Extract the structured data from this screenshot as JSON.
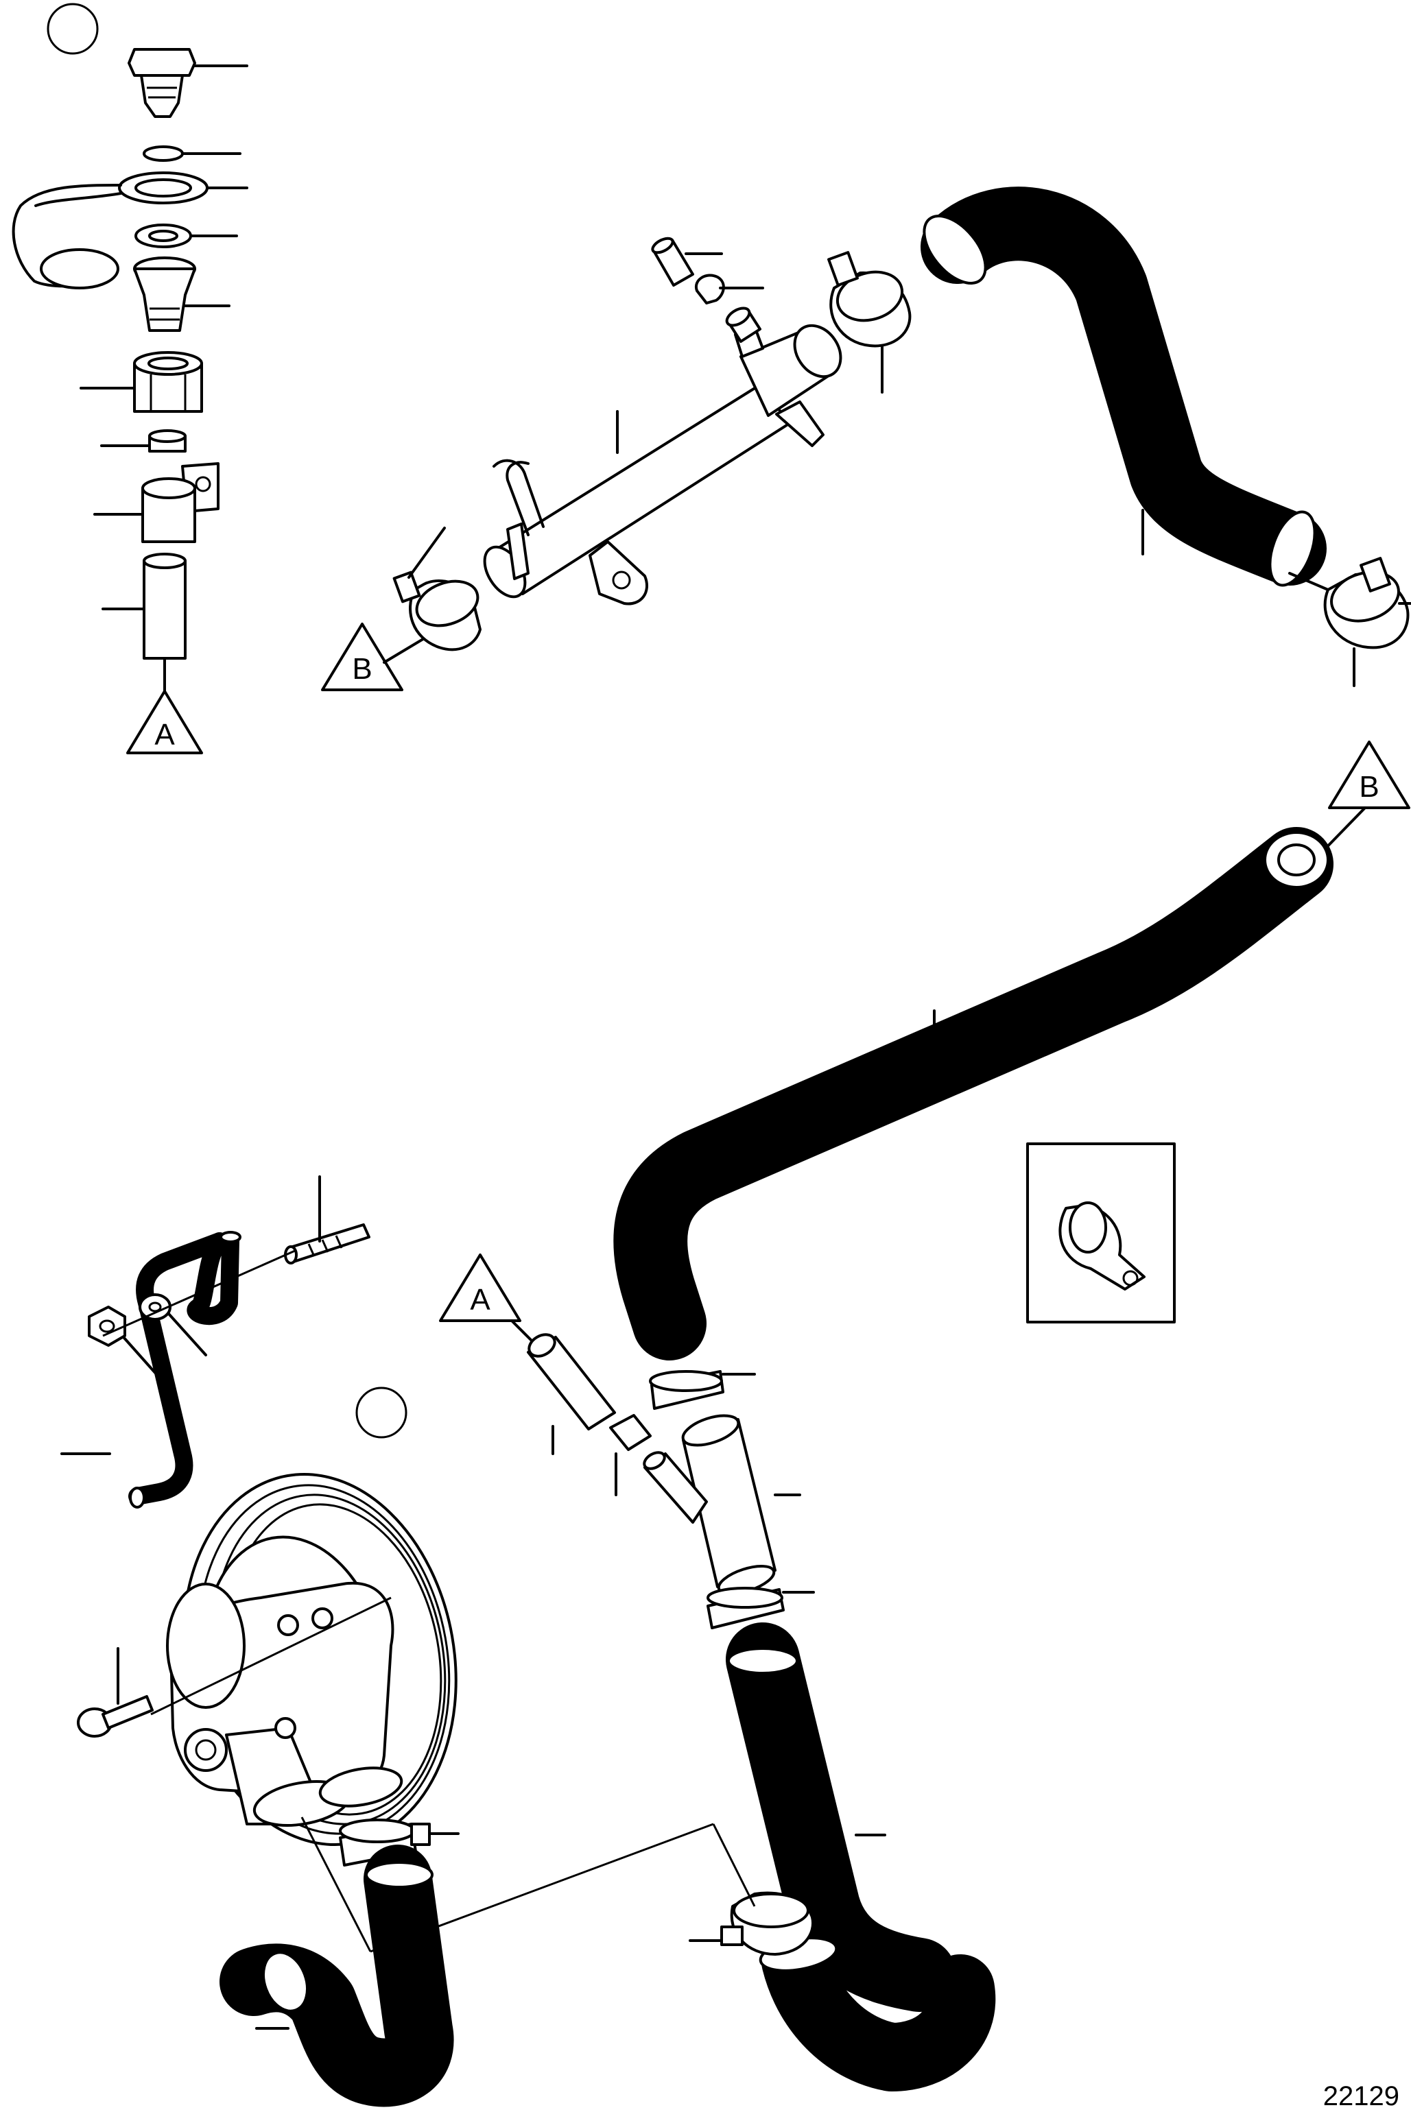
{
  "figure_number": "22129",
  "reference_markers": [
    {
      "id": "ref-a-top",
      "letter": "A"
    },
    {
      "id": "ref-b-top",
      "letter": "B"
    },
    {
      "id": "ref-b-right",
      "letter": "B"
    },
    {
      "id": "ref-a-mid",
      "letter": "A"
    }
  ],
  "colors": {
    "line": "#000000",
    "background": "#ffffff"
  }
}
